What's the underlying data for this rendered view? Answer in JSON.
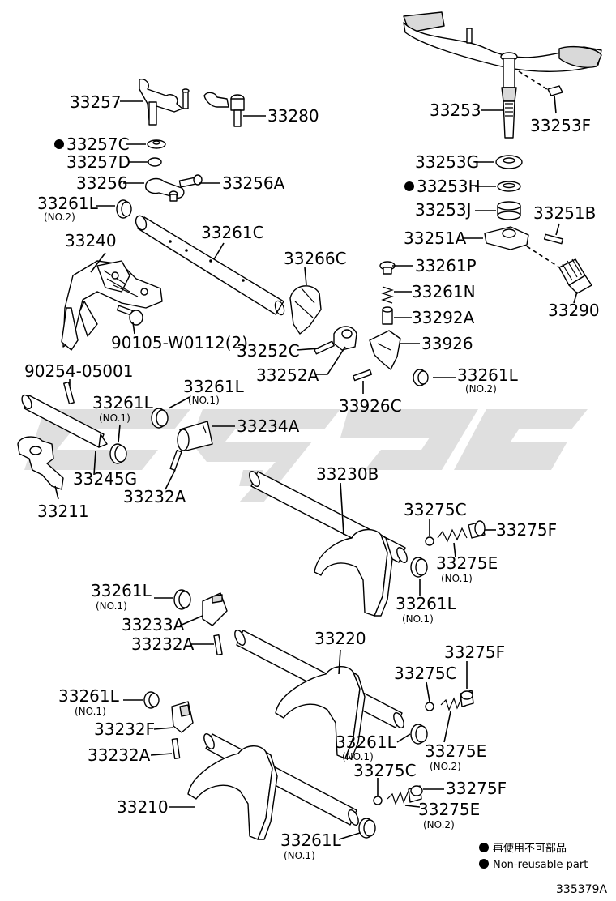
{
  "diagram": {
    "labels": {
      "l33257": "33257",
      "l33280": "33280",
      "l33257C": "33257C",
      "l33257D": "33257D",
      "l33256": "33256",
      "l33256A": "33256A",
      "l33261L_a": "33261L",
      "l33240": "33240",
      "l33261C": "33261C",
      "l33266C": "33266C",
      "l90105": "90105-W0112(2)",
      "l33252C": "33252C",
      "l33252A": "33252A",
      "l33253": "33253",
      "l33253F": "33253F",
      "l33253G": "33253G",
      "l33253H": "33253H",
      "l33253J": "33253J",
      "l33251B": "33251B",
      "l33251A": "33251A",
      "l33261P": "33261P",
      "l33261N": "33261N",
      "l33292A": "33292A",
      "l33290": "33290",
      "l33926": "33926",
      "l33926C": "33926C",
      "l33261L_b": "33261L",
      "l90254": "90254-05001",
      "l33261L_c": "33261L",
      "l33261L_d": "33261L",
      "l33234A": "33234A",
      "l33245G": "33245G",
      "l33211": "33211",
      "l33232A_a": "33232A",
      "l33230B": "33230B",
      "l33275C_a": "33275C",
      "l33275F_a": "33275F",
      "l33275E_a": "33275E",
      "l33261L_e": "33261L",
      "l33261L_f": "33261L",
      "l33233A": "33233A",
      "l33232A_b": "33232A",
      "l33220": "33220",
      "l33275F_b": "33275F",
      "l33275C_b": "33275C",
      "l33261L_g": "33261L",
      "l33232F": "33232F",
      "l33232A_c": "33232A",
      "l33261L_h": "33261L",
      "l33275E_b": "33275E",
      "l33275C_c": "33275C",
      "l33275F_c": "33275F",
      "l33210": "33210",
      "l33275E_c": "33275E",
      "l33261L_i": "33261L"
    },
    "subs": {
      "s_a": "(NO.2)",
      "s_b": "(NO.2)",
      "s_c": "(NO.1)",
      "s_d": "(NO.1)",
      "s_e": "(NO.1)",
      "s_f": "(NO.1)",
      "s_g": "(NO.1)",
      "s_h": "(NO.1)",
      "s_i": "(NO.2)",
      "s_j": "(NO.2)",
      "s_k": "(NO.1)"
    },
    "legend": {
      "jp": "再使用不可部品",
      "en": "Non-reusable part"
    },
    "code": "335379A",
    "non_reusable_marked": [
      "33257C",
      "33253H"
    ]
  }
}
